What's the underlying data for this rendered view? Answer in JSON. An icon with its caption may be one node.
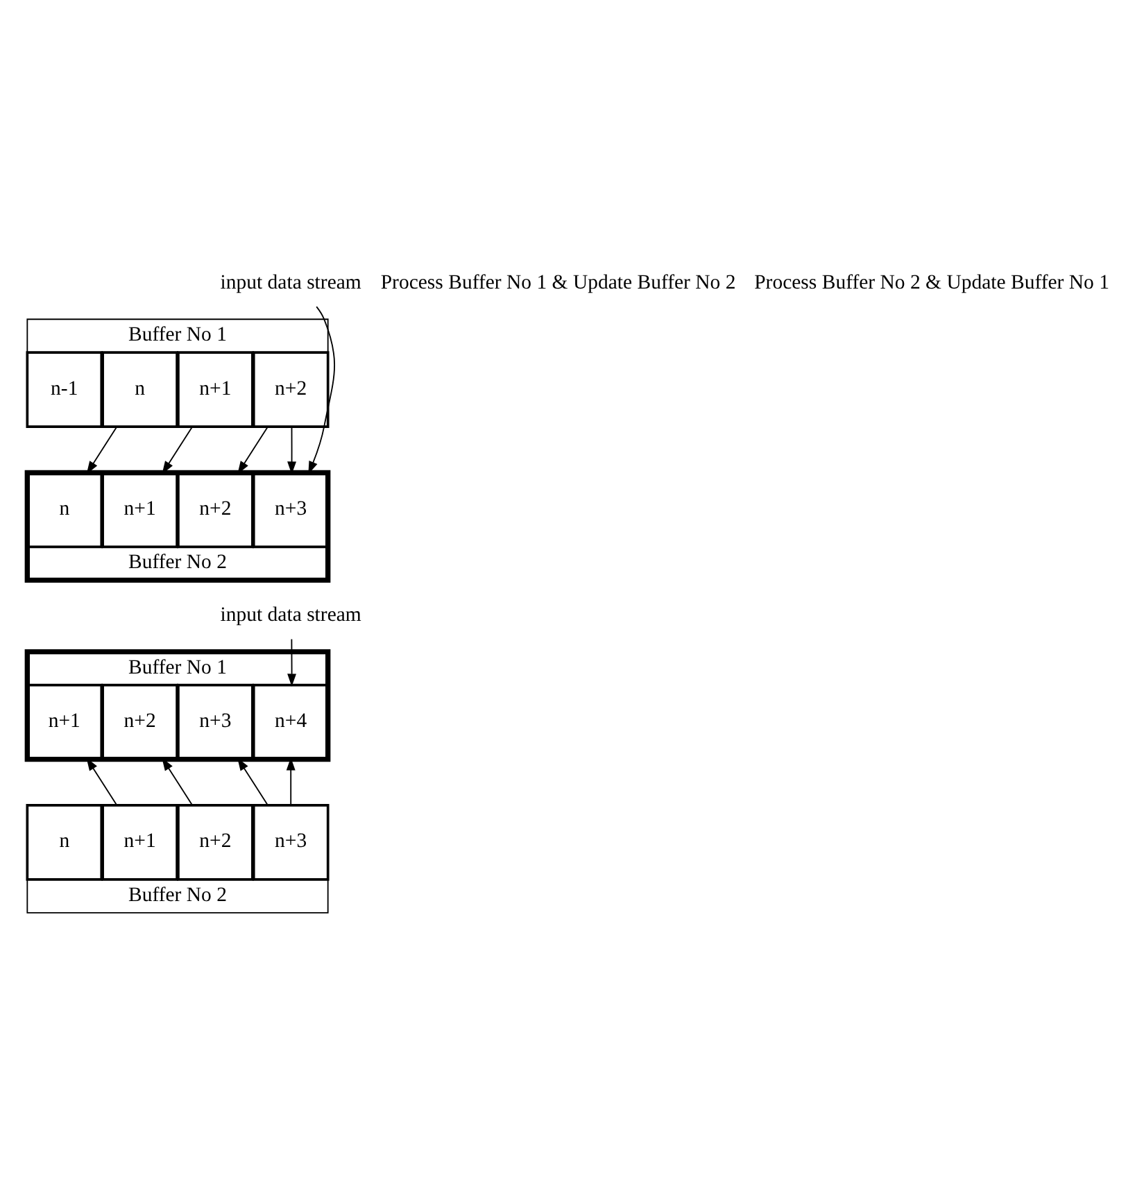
{
  "diagram": {
    "nodes": [
      {
        "text": [
          "input data stream"
        ]
      },
      {
        "text": [
          "Buffer No 1"
        ]
      },
      {
        "text": [
          "n+2"
        ],
        "in": 1
      },
      {
        "text": [
          "n+1"
        ],
        "in": 1
      },
      {
        "text": [
          "n"
        ],
        "in": 1
      },
      {
        "text": [
          "n-1"
        ],
        "in": 1
      },
      {
        "text": [
          "Buffer No 2"
        ]
      },
      {
        "text": [
          "n+3"
        ],
        "in": 6
      },
      {
        "text": [
          "n+2"
        ],
        "in": 6
      },
      {
        "text": [
          "n+1"
        ],
        "in": 6
      },
      {
        "text": [
          "n"
        ],
        "in": 6
      },
      {
        "text": [
          "input data stream"
        ]
      },
      {
        "text": [
          "Buffer No 1"
        ]
      },
      {
        "text": [
          "n+4"
        ],
        "in": 12
      },
      {
        "text": [
          "n+3"
        ],
        "in": 12
      },
      {
        "text": [
          "n+2"
        ],
        "in": 12
      },
      {
        "text": [
          "n+1"
        ],
        "in": 12
      },
      {
        "text": [
          "Buffer No 2"
        ]
      },
      {
        "text": [
          "n+3"
        ],
        "in": 17
      },
      {
        "text": [
          "n+2"
        ],
        "in": 17
      },
      {
        "text": [
          "n+1"
        ],
        "in": 17
      },
      {
        "text": [
          "n"
        ],
        "in": 17
      }
    ],
    "edges": [
      {
        "from": 0,
        "to": 7,
        "arrow": "to"
      },
      {
        "from": 2,
        "to": 7,
        "arrow": "to"
      },
      {
        "from": 2,
        "to": 8,
        "arrow": "to"
      },
      {
        "from": 3,
        "to": 9,
        "arrow": "to"
      },
      {
        "from": 4,
        "to": 10,
        "arrow": "to"
      },
      {
        "from": 11,
        "to": 13,
        "arrow": "to"
      },
      {
        "from": 18,
        "to": 13,
        "arrow": "to"
      },
      {
        "from": 18,
        "to": 14,
        "arrow": "to"
      },
      {
        "from": 19,
        "to": 15,
        "arrow": "to"
      },
      {
        "from": 20,
        "to": 16,
        "arrow": "to"
      }
    ],
    "labels": [
      "Process Buffer No 1 & Update Buffer No 2",
      "Process Buffer No 2 & Update Buffer No 1"
    ]
  }
}
